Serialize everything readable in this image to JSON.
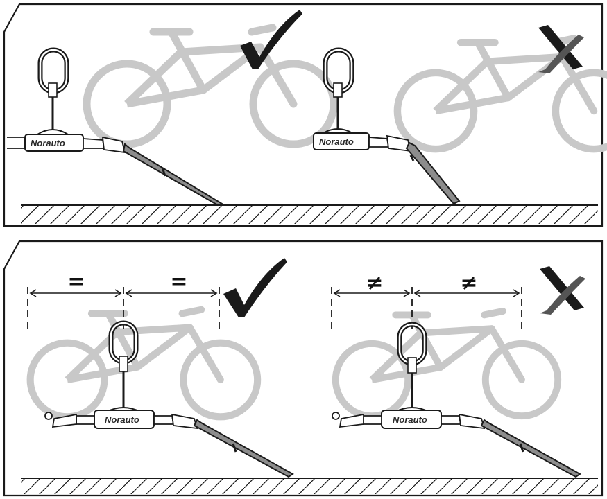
{
  "brand": "Norauto",
  "colors": {
    "outline": "#1a1a1a",
    "bike_gray": "#c8c8c8",
    "arm_gray": "#8c8c8c",
    "check_black": "#1a1a1a",
    "cross_gray": "#555555"
  },
  "panels": [
    {
      "name": "arm-angle",
      "correct": {
        "status_icon": "checkmark-icon"
      },
      "incorrect": {
        "status_icon": "cross-icon"
      }
    },
    {
      "name": "centering",
      "correct": {
        "status_icon": "checkmark-icon",
        "left_sign": "=",
        "right_sign": "="
      },
      "incorrect": {
        "status_icon": "cross-icon",
        "left_sign": "≠",
        "right_sign": "≠"
      }
    }
  ]
}
